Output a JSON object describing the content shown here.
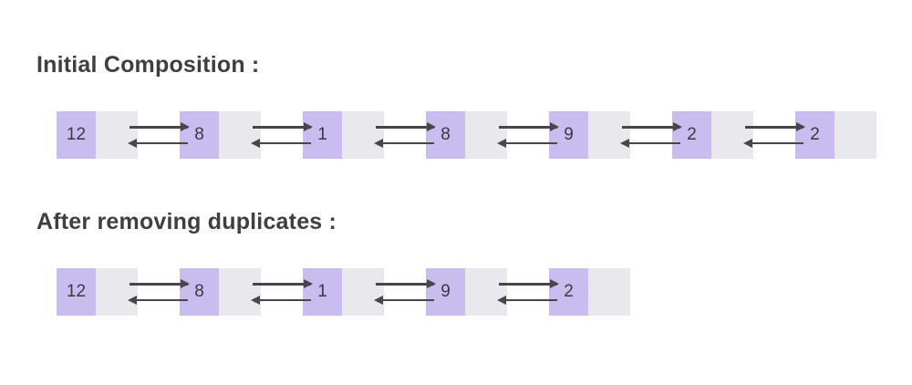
{
  "colors": {
    "background": "#ffffff",
    "node_value_bg": "#c9bcee",
    "node_pointer_bg": "#e9e8ec",
    "heading_text": "#3e3e44",
    "node_text": "#3a3a40",
    "arrow": "#47464b"
  },
  "icons": {
    "next_pointer": "arrow-right-icon",
    "prev_pointer": "arrow-left-icon"
  },
  "sections": [
    {
      "title": "Initial Composition :",
      "values": [
        "12",
        "8",
        "1",
        "8",
        "9",
        "2",
        "2"
      ]
    },
    {
      "title": "After removing duplicates :",
      "values": [
        "12",
        "8",
        "1",
        "9",
        "2"
      ]
    }
  ]
}
